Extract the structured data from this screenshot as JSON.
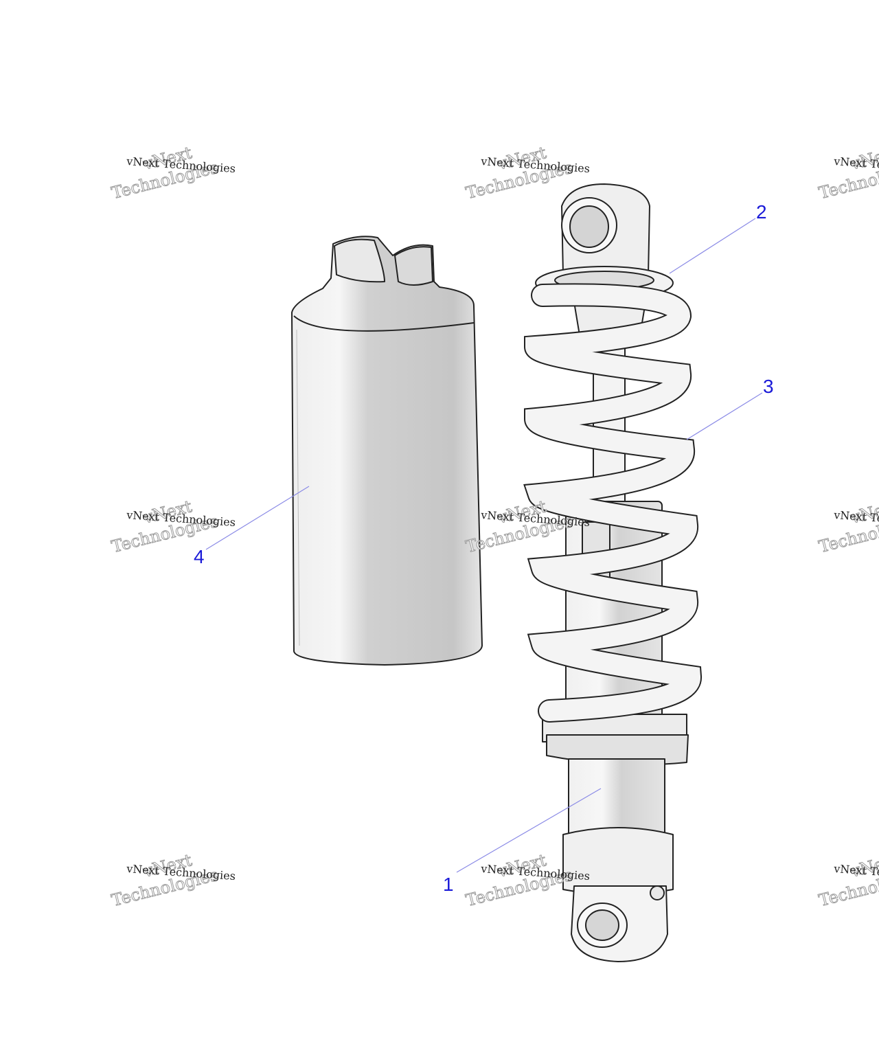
{
  "callouts": [
    {
      "id": "1",
      "label": "1"
    },
    {
      "id": "2",
      "label": "2"
    },
    {
      "id": "3",
      "label": "3"
    },
    {
      "id": "4",
      "label": "4"
    }
  ],
  "watermark": {
    "line_small": "vNext Technologies",
    "line_top": "vNext",
    "line_bottom": "Technologies"
  },
  "colors": {
    "callout": "#1a1ad8",
    "leader": "#8a8ae6",
    "part_fill": "#f2f2f2",
    "part_shade": "#cfcfcf"
  }
}
